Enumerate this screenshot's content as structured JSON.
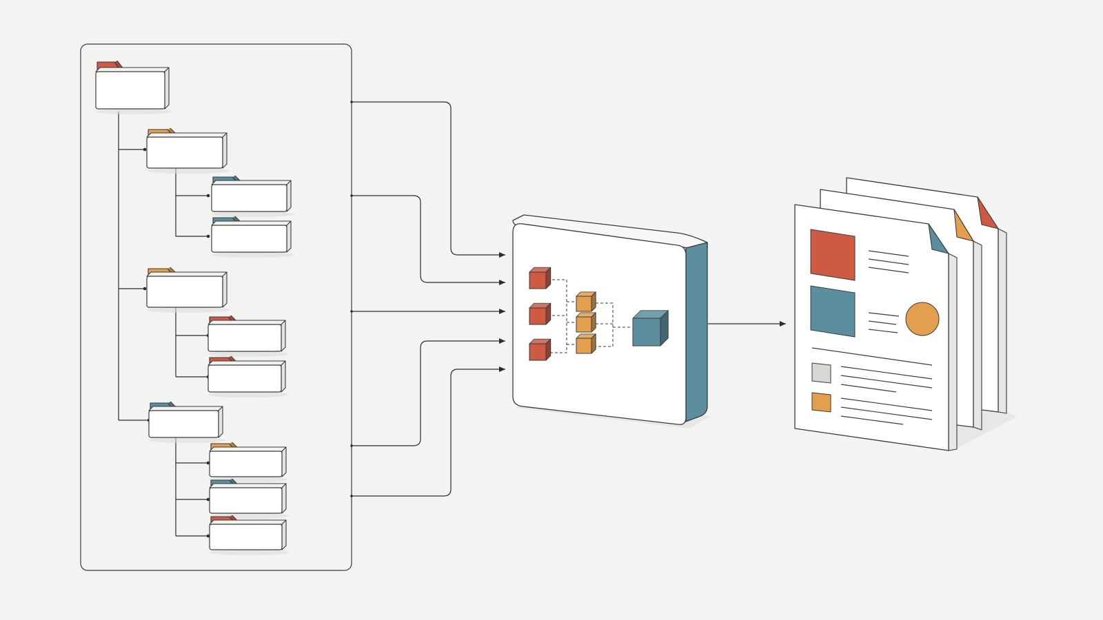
{
  "colors": {
    "background": "#f3f3f2",
    "red": "#cf5a44",
    "orange": "#e39f4e",
    "teal": "#5b8f9e",
    "gray": "#d9d7d3",
    "line": "#2b2b2b"
  },
  "folder_tree": {
    "items": [
      {
        "depth": 0,
        "tab_color": "red"
      },
      {
        "depth": 1,
        "tab_color": "orange"
      },
      {
        "depth": 2,
        "tab_color": "teal"
      },
      {
        "depth": 2,
        "tab_color": "teal"
      },
      {
        "depth": 1,
        "tab_color": "orange"
      },
      {
        "depth": 2,
        "tab_color": "red"
      },
      {
        "depth": 2,
        "tab_color": "red"
      },
      {
        "depth": 1,
        "tab_color": "teal"
      },
      {
        "depth": 2,
        "tab_color": "orange"
      },
      {
        "depth": 2,
        "tab_color": "teal"
      },
      {
        "depth": 2,
        "tab_color": "red"
      }
    ]
  },
  "processor": {
    "input_cubes": [
      "red",
      "red",
      "red"
    ],
    "middle_cubes": [
      "orange",
      "orange",
      "orange"
    ],
    "output_cube": "teal",
    "side_color": "teal"
  },
  "documents": {
    "corner_colors": [
      "red",
      "orange",
      "teal"
    ],
    "front_blocks": [
      "red",
      "teal",
      "orange",
      "gray",
      "orange"
    ]
  },
  "icons": [
    "folder-icon",
    "cube-icon",
    "document-icon",
    "arrow-icon"
  ]
}
